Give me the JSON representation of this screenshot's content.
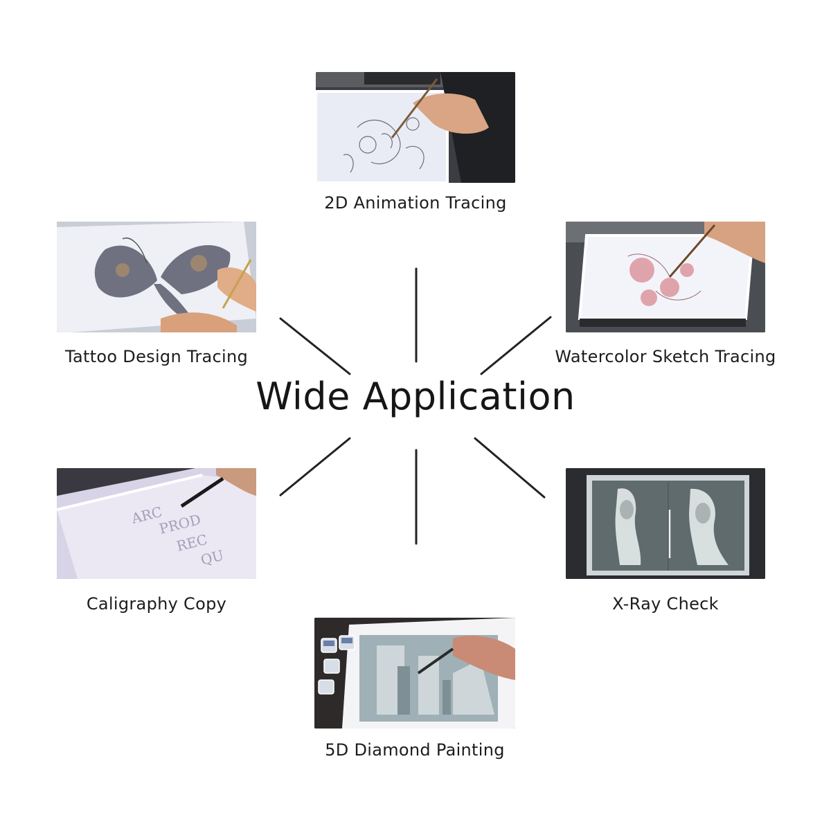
{
  "headline": "Wide Application",
  "applications": [
    {
      "label": "2D Animation Tracing",
      "icon": "animation-tracing-photo"
    },
    {
      "label": "Tattoo Design Tracing",
      "icon": "tattoo-tracing-photo"
    },
    {
      "label": "Watercolor Sketch Tracing",
      "icon": "watercolor-tracing-photo"
    },
    {
      "label": "Caligraphy Copy",
      "icon": "calligraphy-photo"
    },
    {
      "label": "X-Ray Check",
      "icon": "xray-photo"
    },
    {
      "label": "5D Diamond Painting",
      "icon": "diamond-painting-photo"
    }
  ],
  "colors": {
    "text": "#1c1c1c",
    "ray": "#222222",
    "panel_light": "#f2f3f8"
  }
}
